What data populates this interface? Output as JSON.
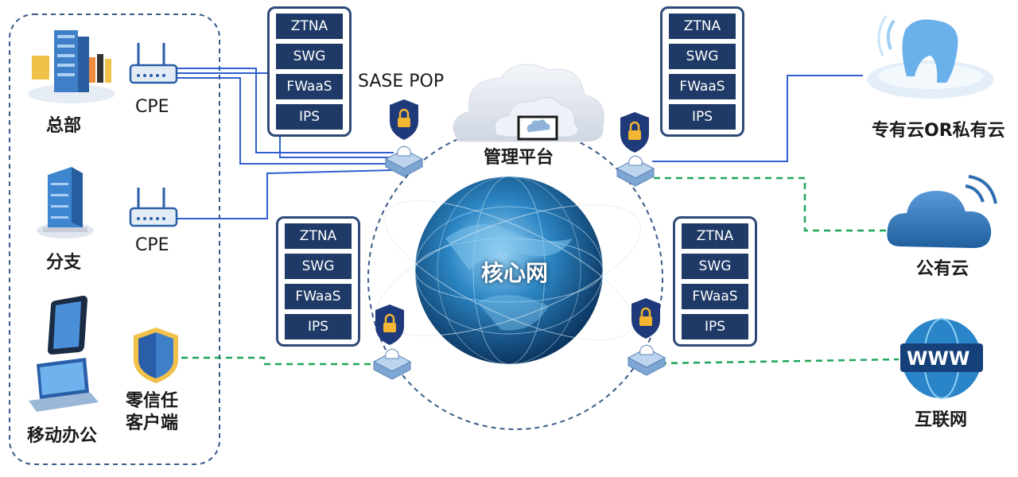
{
  "sites": {
    "hq": "总部",
    "branch": "分支",
    "mobile": "移动办公",
    "cpe_hq": "CPE",
    "cpe_branch": "CPE",
    "client_line1": "零信任",
    "client_line2": "客户端"
  },
  "pop": {
    "title": "SASE POP",
    "services": [
      "ZTNA",
      "SWG",
      "FWaaS",
      "IPS"
    ]
  },
  "core": {
    "label": "核心网",
    "management": "管理平台"
  },
  "clouds": {
    "private": "专有云OR私有云",
    "public": "公有云",
    "internet": "互联网",
    "www": "WWW"
  },
  "colors": {
    "solid_link": "#2f5fd0",
    "dashed_link": "#1fa55a",
    "service_box": "#1f3a66",
    "border": "#2f4a78"
  }
}
